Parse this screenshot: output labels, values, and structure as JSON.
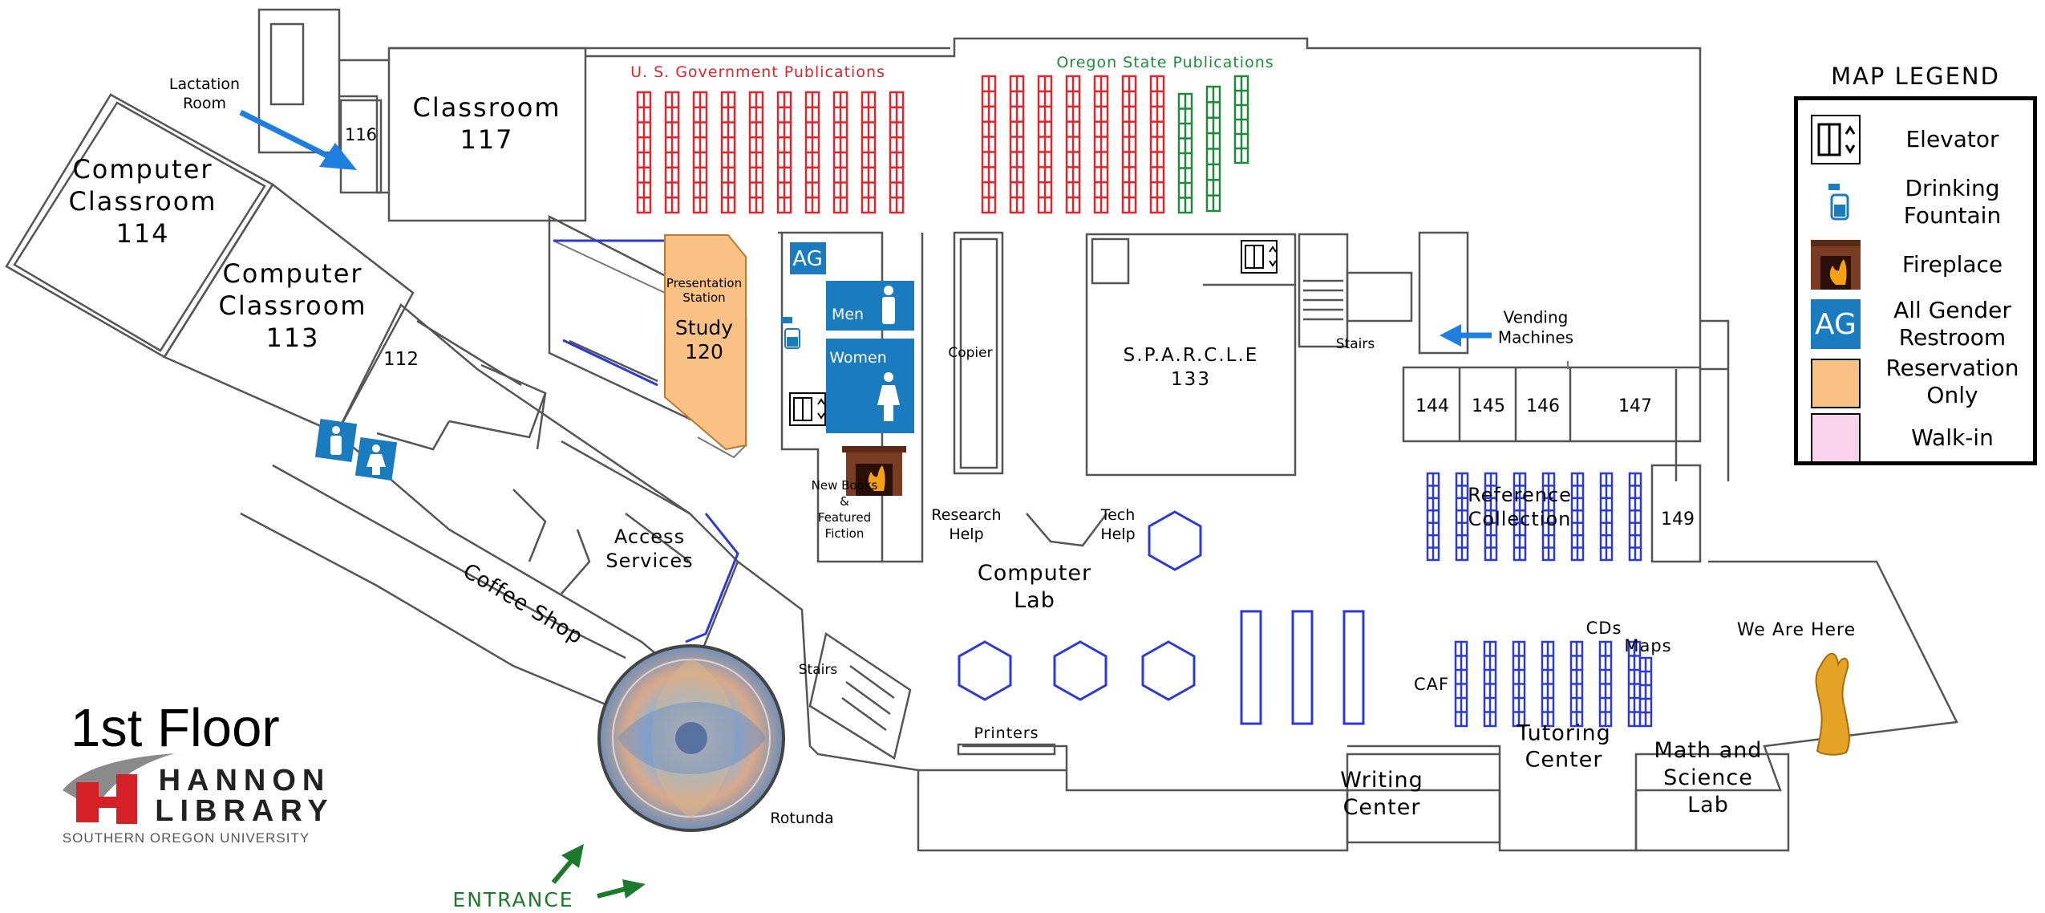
{
  "floor_title": "1st Floor",
  "logo": {
    "name": "HANNON",
    "name2": "LIBRARY",
    "subtitle": "SOUTHERN OREGON UNIVERSITY"
  },
  "legend": {
    "title": "MAP LEGEND",
    "items": [
      {
        "icon": "elevator-icon",
        "label": "Elevator"
      },
      {
        "icon": "drinking-fountain-icon",
        "label": "Drinking Fountain"
      },
      {
        "icon": "fireplace-icon",
        "label": "Fireplace"
      },
      {
        "icon": "ag-icon",
        "icon_text": "AG",
        "label": "All Gender Restroom",
        "color": "#1a7bbf"
      },
      {
        "icon": "reservation-swatch",
        "label": "Reservation Only",
        "color": "#f9c184"
      },
      {
        "icon": "walkin-swatch",
        "label": "Walk-in",
        "color": "#f9d3ec"
      }
    ]
  },
  "colors": {
    "gov_pubs": "#e0252c",
    "oregon_pubs": "#1e8a3c",
    "blue_shelf": "#2b3ad6",
    "restroom": "#1a7bbf",
    "entrance": "#1d7a2c",
    "arrow_blue": "#1f7fe0",
    "reserve": "#f9c184"
  },
  "labels": {
    "lactation_room": "Lactation\nRoom",
    "room_116": "116",
    "classroom_117": "Classroom\n117",
    "gov_pubs": "U. S. Government Publications",
    "oregon_pubs": "Oregon State Publications",
    "computer_classroom_114": "Computer\nClassroom\n114",
    "computer_classroom_113": "Computer\nClassroom\n113",
    "room_112": "112",
    "presentation_station": "Presentation\nStation",
    "study_120": "Study\n120",
    "ag": "AG",
    "men": "Men",
    "women": "Women",
    "copier": "Copier",
    "sparcle": "S.P.A.R.C.L.E\n133",
    "stairs_upper": "Stairs",
    "vending": "Vending\nMachines",
    "room_144": "144",
    "room_145": "145",
    "room_146": "146",
    "room_147": "147",
    "room_149": "149",
    "reference_collection": "Reference\nCollection",
    "research_help": "Research\nHelp",
    "tech_help": "Tech\nHelp",
    "new_books": "New Books\n&\nFeatured\nFiction",
    "access_services": "Access\nServices",
    "coffee_shop": "Coffee Shop",
    "computer_lab": "Computer\nLab",
    "stairs_lower": "Stairs",
    "printers": "Printers",
    "rotunda": "Rotunda",
    "entrance": "ENTRANCE",
    "cds": "CDs",
    "maps": "Maps",
    "caf": "CAF",
    "tutoring_center": "Tutoring\nCenter",
    "writing_center": "Writing\nCenter",
    "math_science_lab": "Math and\nScience\nLab",
    "we_are_here": "We Are Here"
  }
}
